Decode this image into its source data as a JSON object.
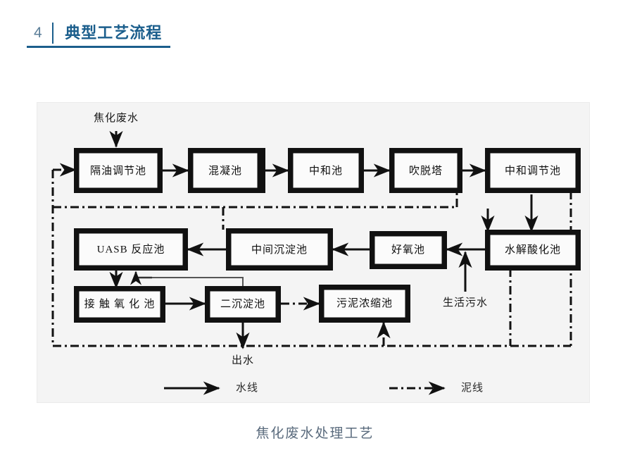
{
  "header": {
    "number": "4",
    "title": "典型工艺流程"
  },
  "figure": {
    "caption": "焦化废水处理工艺",
    "inlet_label": "焦化废水",
    "outlet_label": "出水",
    "domestic_sewage_label": "生活污水",
    "nodes": {
      "oil_separation_tank": "隔油调节池",
      "coagulation_tank": "混凝池",
      "neutralization_tank": "中和池",
      "stripping_tower": "吹脱塔",
      "neutralization_regulating_tank": "中和调节池",
      "uasb_reactor": "UASB 反应池",
      "intermediate_sedimentation_tank": "中间沉淀池",
      "aerobic_tank": "好氧池",
      "hydrolysis_acidification_tank": "水解酸化池",
      "contact_oxidation_tank": "接 触 氧 化 池",
      "secondary_sedimentation_tank": "二沉淀池",
      "sludge_thickening_tank": "污泥浓缩池"
    },
    "legend": [
      {
        "key": "water-line",
        "label": "水线",
        "style": "solid"
      },
      {
        "key": "sludge-line",
        "label": "泥线",
        "style": "dash-dot"
      }
    ]
  },
  "colors": {
    "accent": "#1b5e8c",
    "number": "#5b7e98",
    "caption": "#5a6b7d",
    "panel_bg": "#f4f4f4",
    "ink": "#111111"
  }
}
